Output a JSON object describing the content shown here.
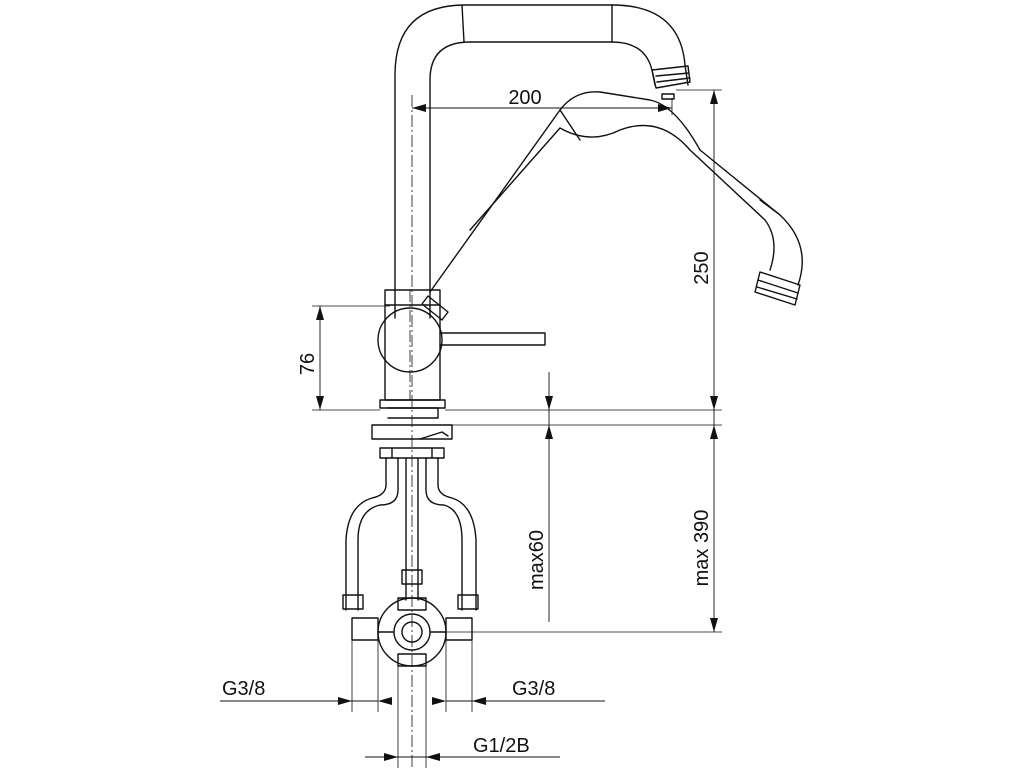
{
  "dimensions": {
    "reach": "200",
    "spout_height": "250",
    "body_height": "76",
    "max_deck": "max60",
    "max_below": "max 390",
    "inlet_left": "G3/8",
    "inlet_right": "G3/8",
    "outlet": "G1/2B"
  }
}
